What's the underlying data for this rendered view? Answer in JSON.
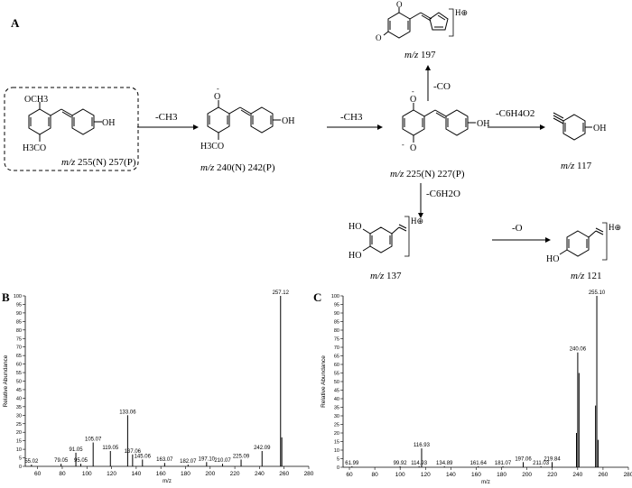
{
  "panels": {
    "a": "A",
    "b": "B",
    "c": "C"
  },
  "scheme": {
    "mz_prefix": "m/z",
    "compounds": {
      "c255": {
        "mz": "255(N) 257(P)",
        "ome_top": "OCH3",
        "ome_bottom": "H3CO"
      },
      "c240": {
        "mz": "240(N) 242(P)",
        "ome": "H3CO",
        "oh": "OH",
        "ominus": "O"
      },
      "c225": {
        "mz": "225(N) 227(P)",
        "oh": "OH"
      },
      "c197": {
        "mz": "197",
        "charge": "H⊕"
      },
      "c117": {
        "mz": "117",
        "oh": "OH"
      },
      "c137": {
        "mz": "137",
        "ho_top": "HO",
        "ho_bottom": "HO",
        "charge": "H⊕"
      },
      "c121": {
        "mz": "121",
        "ho": "HO",
        "charge": "H⊕"
      }
    },
    "arrows": {
      "a1": "-CH3",
      "a2": "-CH3",
      "a3": "-CO",
      "a4": "-C6H4O2",
      "a5": "-C6H2O",
      "a6": "-O"
    }
  },
  "chart_data": [
    {
      "type": "bar",
      "panel": "B",
      "ylabel": "Relative Abundance",
      "xlabel": "m/z",
      "xlim": [
        50,
        280
      ],
      "ylim": [
        0,
        100
      ],
      "xticks": [
        60,
        80,
        100,
        120,
        140,
        160,
        180,
        200,
        220,
        240,
        260,
        280
      ],
      "yticks": [
        0,
        5,
        10,
        15,
        20,
        25,
        30,
        35,
        40,
        45,
        50,
        55,
        60,
        65,
        70,
        75,
        80,
        85,
        90,
        95,
        100
      ],
      "peaks": [
        {
          "x": 55.02,
          "y": 1,
          "label": "55.02"
        },
        {
          "x": 79.05,
          "y": 1.5,
          "label": "79.05"
        },
        {
          "x": 91.05,
          "y": 8,
          "label": "91.05"
        },
        {
          "x": 95.05,
          "y": 1.5,
          "label": "95.05"
        },
        {
          "x": 105.07,
          "y": 14,
          "label": "105.07"
        },
        {
          "x": 119.05,
          "y": 9,
          "label": "119.05"
        },
        {
          "x": 133.06,
          "y": 30,
          "label": "133.06"
        },
        {
          "x": 137.06,
          "y": 7,
          "label": "137.06"
        },
        {
          "x": 145.06,
          "y": 4,
          "label": "145.06"
        },
        {
          "x": 163.07,
          "y": 2,
          "label": "163.07"
        },
        {
          "x": 182.07,
          "y": 1,
          "label": "182.07"
        },
        {
          "x": 197.1,
          "y": 2.5,
          "label": "197.10"
        },
        {
          "x": 210.07,
          "y": 1.5,
          "label": "210.07"
        },
        {
          "x": 225.09,
          "y": 4,
          "label": "225.09"
        },
        {
          "x": 242.09,
          "y": 9,
          "label": "242.09"
        },
        {
          "x": 257.12,
          "y": 100,
          "label": "257.12"
        },
        {
          "x": 258.12,
          "y": 17,
          "label": ""
        }
      ]
    },
    {
      "type": "bar",
      "panel": "C",
      "ylabel": "Relative Abundance",
      "xlabel": "m/z",
      "xlim": [
        55,
        280
      ],
      "ylim": [
        0,
        100
      ],
      "xticks": [
        60,
        80,
        100,
        120,
        140,
        160,
        180,
        200,
        220,
        240,
        260,
        280
      ],
      "yticks": [
        0,
        5,
        10,
        15,
        20,
        25,
        30,
        35,
        40,
        45,
        50,
        55,
        60,
        65,
        70,
        75,
        80,
        85,
        90,
        95,
        100
      ],
      "peaks": [
        {
          "x": 61.99,
          "y": 0.5,
          "label": "61.99"
        },
        {
          "x": 99.92,
          "y": 0.5,
          "label": "99.92"
        },
        {
          "x": 114.93,
          "y": 0.5,
          "label": "114.93"
        },
        {
          "x": 116.93,
          "y": 11,
          "label": "116.93"
        },
        {
          "x": 134.89,
          "y": 0.5,
          "label": "134.89"
        },
        {
          "x": 161.64,
          "y": 0.5,
          "label": "161.64"
        },
        {
          "x": 181.07,
          "y": 0.5,
          "label": "181.07"
        },
        {
          "x": 197.06,
          "y": 3,
          "label": "197.06"
        },
        {
          "x": 211.03,
          "y": 0.5,
          "label": "211.03"
        },
        {
          "x": 219.84,
          "y": 3,
          "label": "219.84"
        },
        {
          "x": 239.06,
          "y": 20,
          "label": ""
        },
        {
          "x": 240.06,
          "y": 67,
          "label": "240.06"
        },
        {
          "x": 241.06,
          "y": 55,
          "label": ""
        },
        {
          "x": 254.1,
          "y": 36,
          "label": ""
        },
        {
          "x": 255.1,
          "y": 100,
          "label": "255.10"
        },
        {
          "x": 256.1,
          "y": 16,
          "label": ""
        }
      ]
    }
  ]
}
